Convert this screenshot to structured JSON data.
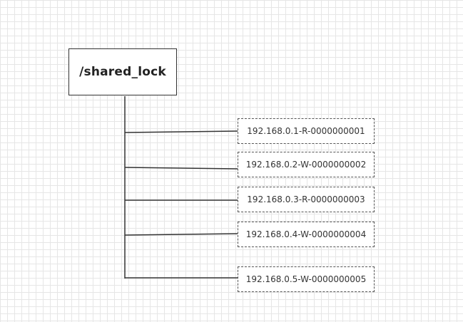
{
  "diagram": {
    "root": {
      "label": "/shared_lock"
    },
    "children": [
      {
        "label": "192.168.0.1-R-0000000001"
      },
      {
        "label": "192.168.0.2-W-0000000002"
      },
      {
        "label": "192.168.0.3-R-0000000003"
      },
      {
        "label": "192.168.0.4-W-0000000004"
      },
      {
        "label": "192.168.0.5-W-0000000005"
      }
    ]
  },
  "colors": {
    "line": "#333333",
    "node_border": "#333333",
    "child_border": "#555555",
    "grid": "#e6e6e6"
  }
}
